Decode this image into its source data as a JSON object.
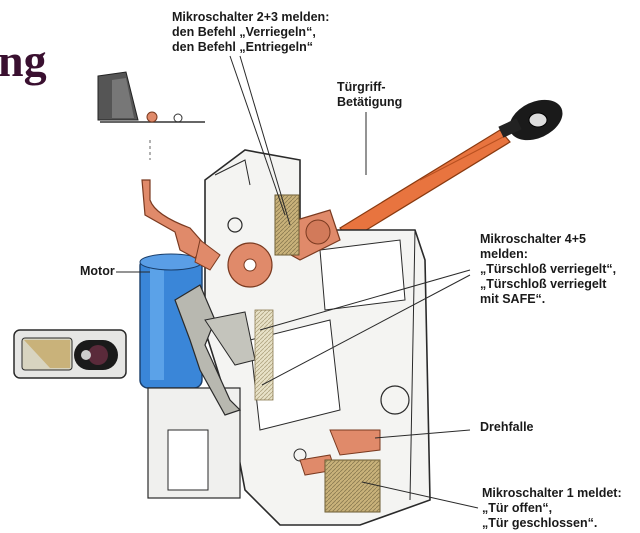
{
  "title_fragment": "ng",
  "labels": {
    "mikro_2_3": "Mikroschalter 2+3 melden:\nden Befehl „Verriegeln“,\nden Befehl „Entriegeln“",
    "tuergriff": "Türgriff-\nBetätigung",
    "motor": "Motor",
    "mikro_4_5": "Mikroschalter 4+5\nmelden:\n„Türschloß verriegelt“,\n„Türschloß verriegelt\nmit SAFE“.",
    "drehfalle": "Drehfalle",
    "mikro_1": "Mikroschalter 1 meldet:\n„Tür offen“,\n„Tür geschlossen“."
  },
  "colors": {
    "motor_blue": "#3a86d8",
    "lever_copper": "#e08a6a",
    "key_rod": "#e8743f",
    "switch_tan": "#c9b27a",
    "line": "#2a2a2a",
    "title": "#3a1030"
  }
}
